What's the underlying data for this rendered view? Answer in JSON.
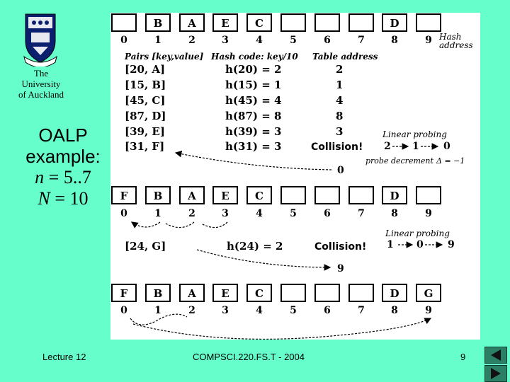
{
  "slide": {
    "university": [
      "The",
      "University",
      "of Auckland"
    ],
    "title_lines": [
      "OALP",
      "example:"
    ],
    "footer": {
      "left": "Lecture 12",
      "center": "COMPSCI.220.FS.T - 2004",
      "page": "9"
    }
  },
  "diagram": {
    "indices": [
      "0",
      "1",
      "2",
      "3",
      "4",
      "5",
      "6",
      "7",
      "8",
      "9"
    ],
    "hash_address": "Hash address",
    "table1": [
      "",
      "B",
      "A",
      "E",
      "C",
      "",
      "",
      "",
      "D",
      ""
    ],
    "headers": {
      "pairs": "Pairs [key,value]",
      "hash": "Hash code: key/10",
      "address": "Table address"
    },
    "rows": [
      {
        "pair": "[20, A]",
        "hash": "h(20) = 2",
        "addr": "2"
      },
      {
        "pair": "[15, B]",
        "hash": "h(15) = 1",
        "addr": "1"
      },
      {
        "pair": "[45, C]",
        "hash": "h(45) = 4",
        "addr": "4"
      },
      {
        "pair": "[87, D]",
        "hash": "h(87) = 8",
        "addr": "8"
      },
      {
        "pair": "[39, E]",
        "hash": "h(39) = 3",
        "addr": "3"
      },
      {
        "pair": "[31, F]",
        "hash": "h(31) = 3",
        "addr": ""
      }
    ],
    "collision": "Collision!",
    "linear_probing": "Linear probing",
    "probe1": [
      "2",
      "1",
      "0"
    ],
    "probe_decrement": "probe decrement",
    "delta_value": "Δ = −1",
    "wrap_label1": "0",
    "table2": [
      "F",
      "B",
      "A",
      "E",
      "C",
      "",
      "",
      "",
      "D",
      ""
    ],
    "pair2": "[24, G]",
    "hash2": "h(24) = 2",
    "probe2": [
      "1",
      "0",
      "9"
    ],
    "wrap_label2": "9",
    "table3": [
      "F",
      "B",
      "A",
      "E",
      "C",
      "",
      "",
      "",
      "D",
      "G"
    ]
  }
}
